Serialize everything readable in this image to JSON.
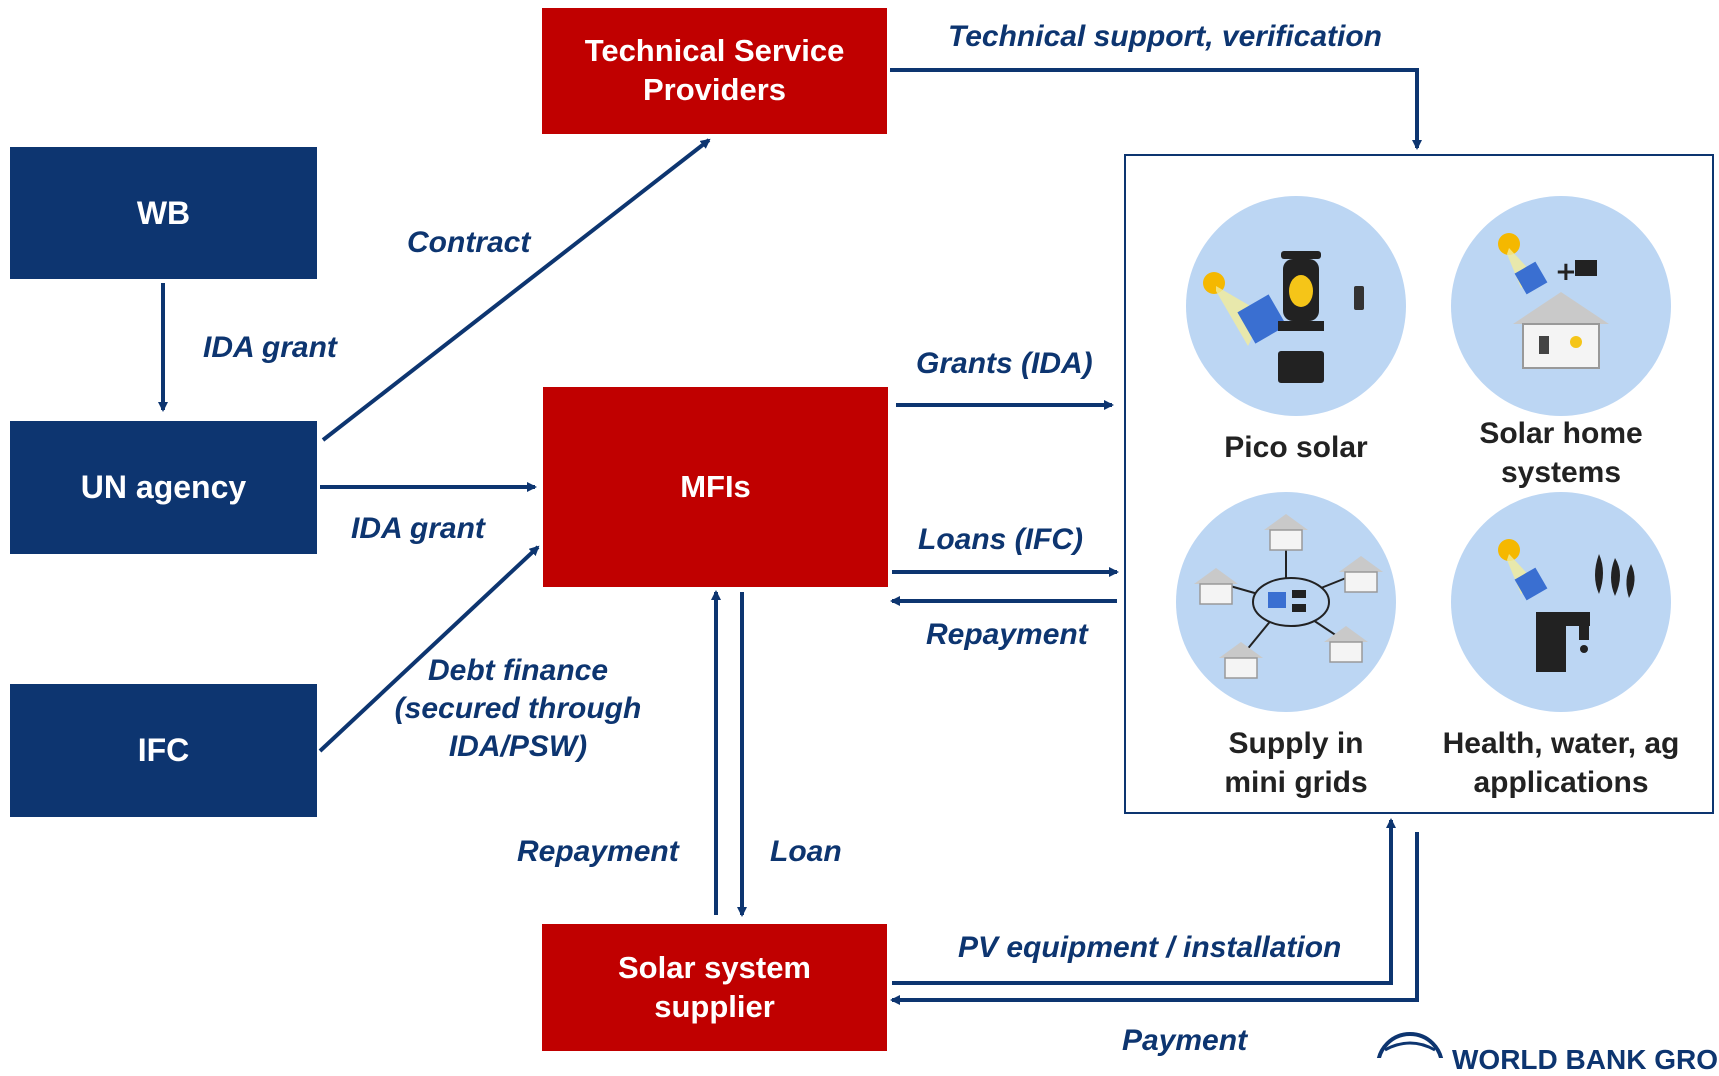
{
  "nodes": {
    "wb": "WB",
    "un_agency": "UN agency",
    "ifc": "IFC",
    "tsp": [
      "Technical Service",
      "Providers"
    ],
    "mfis": "MFIs",
    "supplier": [
      "Solar system",
      "supplier"
    ]
  },
  "flows": {
    "technical_support": "Technical support, verification",
    "contract": "Contract",
    "ida_grant_wb": "IDA grant",
    "ida_grant_un": "IDA grant",
    "debt_finance": [
      "Debt finance",
      "(secured through",
      "IDA/PSW)"
    ],
    "grants_ida": "Grants (IDA)",
    "loans_ifc": "Loans (IFC)",
    "repayment_mfi": "Repayment",
    "repayment_supplier": "Repayment",
    "loan": "Loan",
    "pv_equipment": "PV equipment / installation",
    "payment": "Payment"
  },
  "applications": [
    {
      "lines": [
        "Pico solar"
      ],
      "icon": "pico-solar-icon"
    },
    {
      "lines": [
        "Solar home",
        "systems"
      ],
      "icon": "solar-home-system-icon"
    },
    {
      "lines": [
        "Supply in",
        "mini grids"
      ],
      "icon": "mini-grid-icon"
    },
    {
      "lines": [
        "Health, water, ag",
        "applications"
      ],
      "icon": "water-ag-icon"
    }
  ],
  "logo": {
    "text": "WORLD BANK GROUP",
    "icon": "world-bank-globe-icon"
  },
  "colors": {
    "node_blue": "#0d3570",
    "node_red": "#c00000",
    "arrow": "#0d3570",
    "circle_fill": "#bcd6f3"
  }
}
